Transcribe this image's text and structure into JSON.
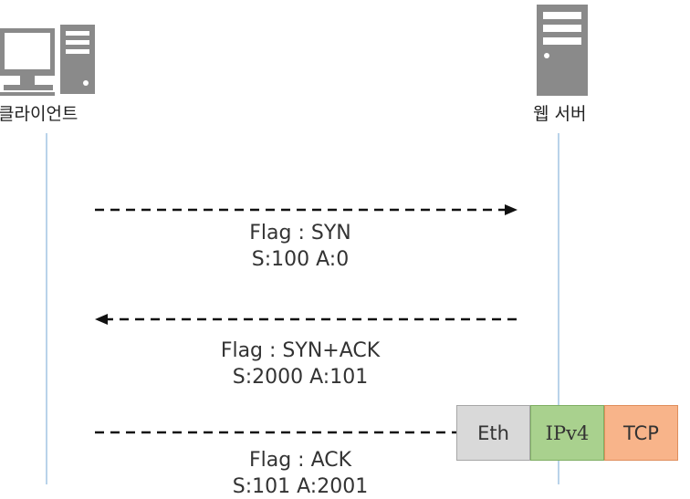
{
  "entities": {
    "client": {
      "label": "클라이언트",
      "icon": "desktop-computer-icon"
    },
    "server": {
      "label": "웹 서버",
      "icon": "server-tower-icon"
    }
  },
  "messages": [
    {
      "direction": "client-to-server",
      "flag": "Flag : SYN",
      "seq_ack": "S:100 A:0"
    },
    {
      "direction": "server-to-client",
      "flag": "Flag : SYN+ACK",
      "seq_ack": "S:2000 A:101"
    },
    {
      "direction": "client-to-server",
      "flag": "Flag : ACK",
      "seq_ack": "S:101 A:2001"
    }
  ],
  "packet": {
    "cells": [
      {
        "label": "Eth",
        "color": "#d9d9d9",
        "border": "#a6a6a6"
      },
      {
        "label": "IPv4",
        "color": "#a9d18e",
        "border": "#7fae63"
      },
      {
        "label": "TCP",
        "color": "#f8b48a",
        "border": "#e08e5c"
      }
    ]
  },
  "colors": {
    "icon": "#8a8a8a",
    "lifeline": "#b9d3ea",
    "arrow": "#111111"
  }
}
